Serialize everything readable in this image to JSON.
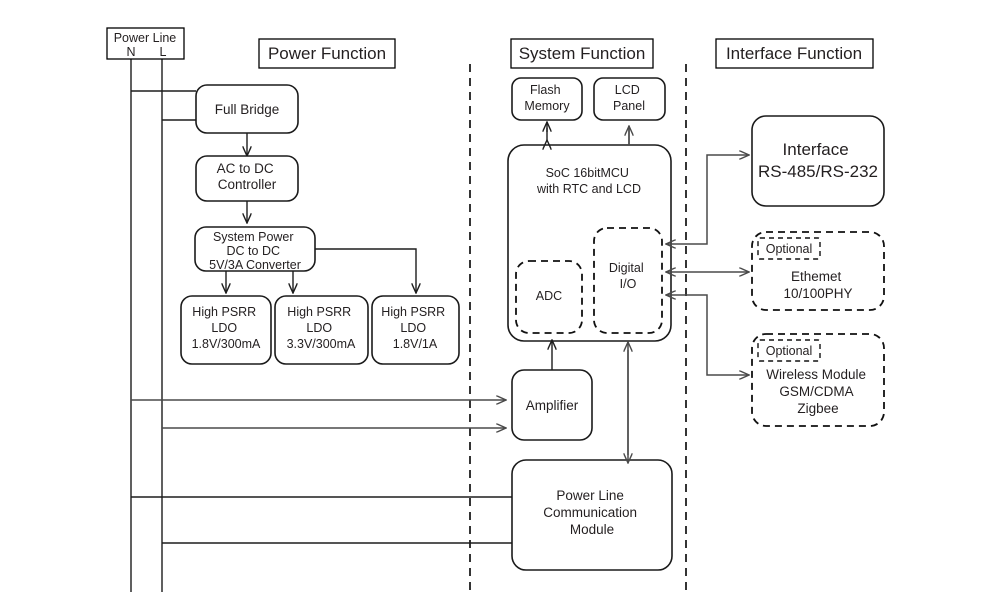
{
  "diagram": {
    "title_boxes": [
      {
        "id": "power-function",
        "label": "Power Function"
      },
      {
        "id": "system-function",
        "label": "System Function"
      },
      {
        "id": "interface-function",
        "label": "Interface Function"
      }
    ],
    "power_line": {
      "label": "Power Line",
      "neutral": "N",
      "live": "L"
    },
    "power_blocks": [
      {
        "id": "full-bridge",
        "lines": [
          "Full Bridge"
        ]
      },
      {
        "id": "ac-to-dc-controller",
        "lines": [
          "AC to DC",
          "Controller"
        ]
      },
      {
        "id": "system-power-converter",
        "lines": [
          "System Power",
          "DC to DC",
          "5V/3A Converter"
        ]
      },
      {
        "id": "ldo-1v8-300ma",
        "lines": [
          "High PSRR",
          "LDO",
          "1.8V/300mA"
        ]
      },
      {
        "id": "ldo-3v3-300ma",
        "lines": [
          "High PSRR",
          "LDO",
          "3.3V/300mA"
        ]
      },
      {
        "id": "ldo-1v8-1a",
        "lines": [
          "High PSRR",
          "LDO",
          "1.8V/1A"
        ]
      }
    ],
    "system_blocks": [
      {
        "id": "flash-memory",
        "lines": [
          "Flash",
          "Memory"
        ]
      },
      {
        "id": "lcd-panel",
        "lines": [
          "LCD",
          "Panel"
        ]
      },
      {
        "id": "soc-mcu",
        "lines": [
          "SoC 16bitMCU",
          "with RTC and LCD"
        ]
      },
      {
        "id": "adc",
        "lines": [
          "ADC"
        ]
      },
      {
        "id": "digital-io",
        "lines": [
          "Digital",
          "I/O"
        ]
      },
      {
        "id": "amplifier",
        "lines": [
          "Amplifier"
        ]
      },
      {
        "id": "plc-module",
        "lines": [
          "Power Line",
          "Communication",
          "Module"
        ]
      }
    ],
    "interface_blocks": [
      {
        "id": "interface-rs485-rs232",
        "optional": "",
        "lines": [
          "Interface",
          "RS-485/RS-232"
        ]
      },
      {
        "id": "ethernet-phy",
        "optional": "Optional",
        "lines": [
          "Ethemet",
          "10/100PHY"
        ]
      },
      {
        "id": "wireless-module",
        "optional": "Optional",
        "lines": [
          "Wireless Module",
          "GSM/CDMA",
          "Zigbee"
        ]
      }
    ],
    "colors": {
      "background": "#ffffff",
      "block_stroke": "#1a1a1a",
      "wire": "#4a4a4a",
      "text": "#231f20",
      "divider": "#111111"
    }
  }
}
